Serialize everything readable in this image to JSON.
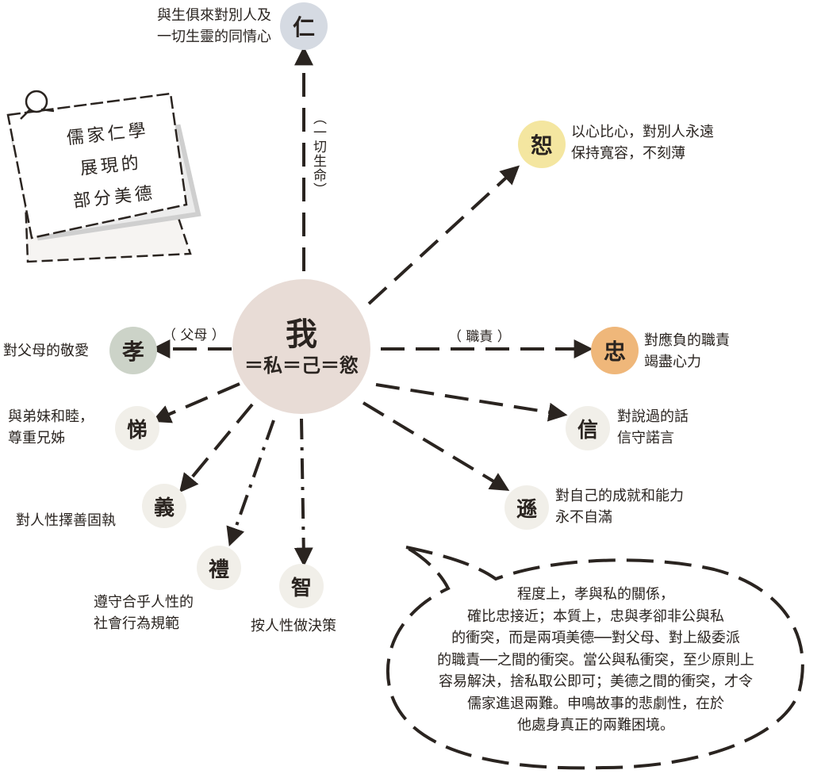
{
  "note": {
    "lines": [
      "儒家仁學",
      "展現的",
      "部分美德"
    ]
  },
  "center": {
    "title": "我",
    "subtitle": "＝私＝己＝慾"
  },
  "nodes": {
    "ren": {
      "char": "仁",
      "desc": [
        "與生俱來對別人及",
        "一切生靈的同情心"
      ],
      "color": "#d5dae2"
    },
    "shu": {
      "char": "恕",
      "desc": [
        "以心比心，對別人永遠",
        "保持寬容，不刻薄"
      ],
      "color": "#f4e6a0"
    },
    "zhong": {
      "char": "忠",
      "desc": [
        "對應負的職責",
        "竭盡心力"
      ],
      "color": "#efb77a"
    },
    "xin": {
      "char": "信",
      "desc": [
        "對說過的話",
        "信守諾言"
      ],
      "color": "#f1efe9"
    },
    "xun": {
      "char": "遜",
      "desc": [
        "對自己的成就和能力",
        "永不自滿"
      ],
      "color": "#f1efe9"
    },
    "zhi": {
      "char": "智",
      "desc": [
        "按人性做決策"
      ],
      "color": "#f1efe9"
    },
    "li": {
      "char": "禮",
      "desc": [
        "遵守合乎人性的",
        "社會行為規範"
      ],
      "color": "#f1efe9"
    },
    "yi": {
      "char": "義",
      "desc": [
        "對人性擇善固執"
      ],
      "color": "#f1efe9"
    },
    "ti": {
      "char": "悌",
      "desc": [
        "與弟妹和睦，",
        "尊重兄姊"
      ],
      "color": "#f1efe9"
    },
    "xiao": {
      "char": "孝",
      "desc": [
        "對父母的敬愛"
      ],
      "color": "#ccd3c8"
    }
  },
  "labels": {
    "all_life": "（一切生命）",
    "parents": "（ 父母 ）",
    "duty": "（ 職責 ）"
  },
  "bubble": {
    "lines": [
      "程度上，孝與私的關係，",
      "確比忠接近；本質上，忠與孝卻非公與私",
      "的衝突，而是兩項美德──對父母、對上級委派",
      "的職責──之間的衝突。當公與私衝突，至少原則上",
      "容易解決，捨私取公即可；美德之間的衝突，才令",
      "儒家進退兩難。申鳴故事的悲劇性，在於",
      "他處身真正的兩難困境。"
    ]
  }
}
